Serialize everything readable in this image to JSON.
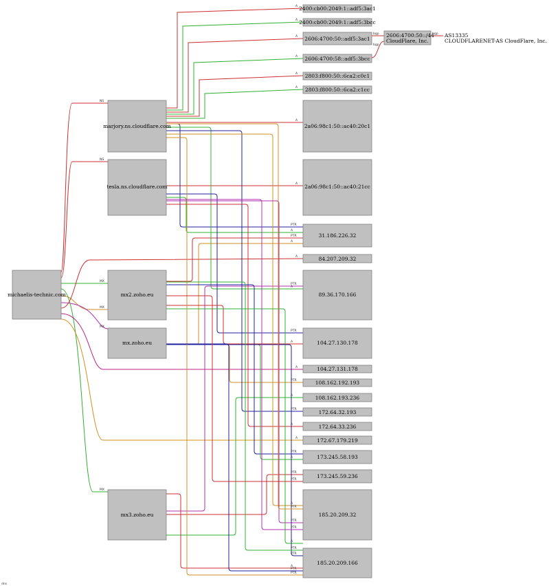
{
  "colors": {
    "red": "#cc3030",
    "green": "#30b030",
    "blue": "#2020a0",
    "orange": "#d09020",
    "purple": "#b030b0",
    "magenta": "#c02080",
    "gray": "#999999"
  },
  "nodes": {
    "domain": "michaelis-technic.com",
    "ns1": "marjory.ns.cloudflare.com",
    "ns2": "tesla.ns.cloudflare.com",
    "mx1": "mx2.zoho.eu",
    "mx2": "mx.zoho.eu",
    "mx3": "mx3.zoho.eu",
    "asn_prefix": "2606:4700:50::/44",
    "asn_org": "CloudFlare, Inc.",
    "asn_name": "AS13335",
    "asn_desc": "CLOUDFLARENET-AS CloudFlare, Inc."
  },
  "addresses": [
    "2400:cb00:2049:1::adf5:3ac1",
    "2400:cb00:2049:1::adf5:3bcc",
    "2606:4700:50::adf5:3ac1",
    "2606:4700:58::adf5:3bcc",
    "2803:f800:50::6ca2:c0c1",
    "2803:f800:50::6ca2:c1cc",
    "2a06:98c1:50::ac40:20c1",
    "2a06:98c1:50::ac40:21cc",
    "31.186.226.32",
    "84.207.209.32",
    "89.36.170.166",
    "104.27.130.178",
    "104.27.131.178",
    "108.162.192.193",
    "108.162.193.236",
    "172.64.32.193",
    "172.64.33.236",
    "172.67.179.219",
    "173.245.58.193",
    "173.245.59.236",
    "185.20.209.32",
    "185.20.209.166"
  ],
  "edge_labels": {
    "ns": "NS",
    "mx": "MX",
    "a": "A",
    "ptr": "PTR",
    "bgp": "bgp"
  },
  "footer_text": "dns"
}
